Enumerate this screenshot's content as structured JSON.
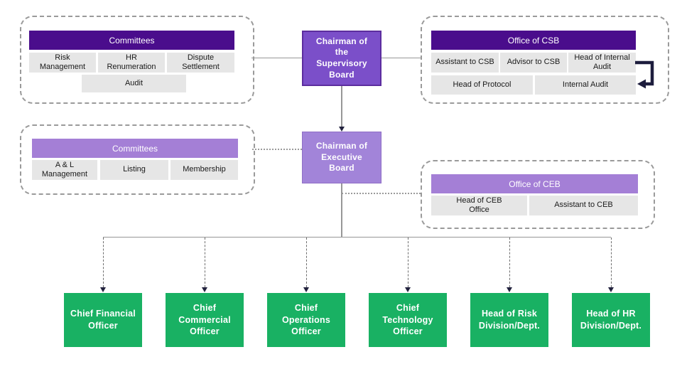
{
  "colors": {
    "header_dark_purple": "#4A0D8C",
    "chairman_supervisory_fill": "#7B4FC9",
    "chairman_supervisory_border": "#5C2D9E",
    "chairman_executive_fill": "#A284D9",
    "group_header_light_purple": "#A47FD6",
    "cell_gray": "#E6E6E6",
    "report_green": "#19B163",
    "connector_gray": "#979797",
    "internal_audit_arrow_navy": "#1D1D3D"
  },
  "nodes": {
    "chairman_supervisory": "Chairman of the Supervisory Board",
    "chairman_executive": "Chairman of Executive Board"
  },
  "groups": {
    "supervisory_committees": {
      "title": "Committees",
      "cells": [
        "Risk Management",
        "HR Renumeration",
        "Dispute Settlement",
        "Audit"
      ]
    },
    "office_csb": {
      "title": "Office of CSB",
      "cells": [
        "Assistant to CSB",
        "Advisor to CSB",
        "Head of Internal Audit",
        "Head of Protocol",
        "Internal Audit"
      ]
    },
    "executive_committees": {
      "title": "Committees",
      "cells": [
        "A & L Management",
        "Listing",
        "Membership"
      ]
    },
    "office_ceb": {
      "title": "Office of CEB",
      "cells": [
        "Head of CEB Office",
        "Assistant to CEB"
      ]
    }
  },
  "direct_reports": [
    "Chief Financial Officer",
    "Chief Commercial Officer",
    "Chief Operations Officer",
    "Chief Technology Officer",
    "Head of Risk Division/Dept.",
    "Head of HR Division/Dept."
  ]
}
